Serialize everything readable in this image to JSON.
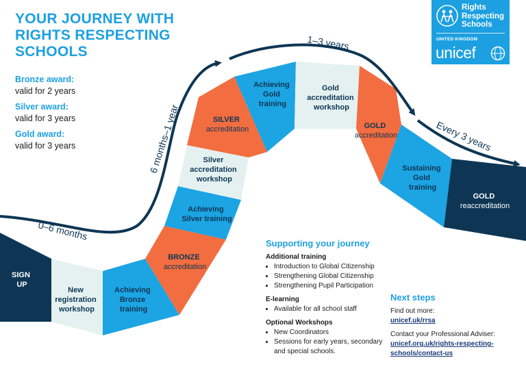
{
  "header": {
    "title": "YOUR JOURNEY WITH RIGHTS RESPECTING SCHOOLS"
  },
  "awards": [
    {
      "label": "Bronze award:",
      "validity": "valid for 2 years"
    },
    {
      "label": "Silver award:",
      "validity": "valid for 3 years"
    },
    {
      "label": "Gold award:",
      "validity": "valid for 3 years"
    }
  ],
  "logo": {
    "line1": "Rights",
    "line2": "Respecting",
    "line3": "Schools",
    "country": "UNITED KINGDOM",
    "brand": "unicef"
  },
  "timeline": {
    "label_0_6": "0–6 months",
    "label_6_12": "6 months–1 year",
    "label_1_3": "1–3 years",
    "label_every3": "Every 3 years"
  },
  "stages": {
    "signup": [
      "SIGN",
      "UP"
    ],
    "new_reg": [
      "New",
      "registration",
      "workshop"
    ],
    "ach_bronze": [
      "Achieving",
      "Bronze",
      "training"
    ],
    "bronze": [
      "BRONZE",
      "accreditation"
    ],
    "ach_silver": [
      "Achieving",
      "Silver training"
    ],
    "silver_ws": [
      "Silver",
      "accreditation",
      "workshop"
    ],
    "silver": [
      "SILVER",
      "accreditation"
    ],
    "ach_gold": [
      "Achieving",
      "Gold",
      "training"
    ],
    "gold_ws": [
      "Gold",
      "accreditation",
      "workshop"
    ],
    "gold": [
      "GOLD",
      "accreditation"
    ],
    "sustaining": [
      "Sustaining",
      "Gold",
      "training"
    ],
    "gold_re": [
      "GOLD",
      "reaccreditation"
    ]
  },
  "colors": {
    "brand_blue": "#1ca0e1",
    "navy": "#0e3654",
    "orange": "#f26d40",
    "pale": "#e4f1f0",
    "sky": "#1ca4e3"
  },
  "support": {
    "heading": "Supporting your journey",
    "additional_title": "Additional training",
    "additional_items": [
      "Introduction to Global Citizenship",
      "Strengthening Global Citizenship",
      "Strengthening Pupil Participation"
    ],
    "elearning_title": "E-learning",
    "elearning_items": [
      "Available for all school staff"
    ],
    "optional_title": "Optional Workshops",
    "optional_items": [
      "New Coordinators",
      "Sessions for early years, secondary and special schools."
    ]
  },
  "next": {
    "heading": "Next steps",
    "find_out": "Find out more:",
    "link1": "unicef.uk/rrsa",
    "contact": "Contact your Professional Adviser:",
    "link2a": "unicef.org.uk/rights-respecting-",
    "link2b": "schools/contact-us"
  }
}
